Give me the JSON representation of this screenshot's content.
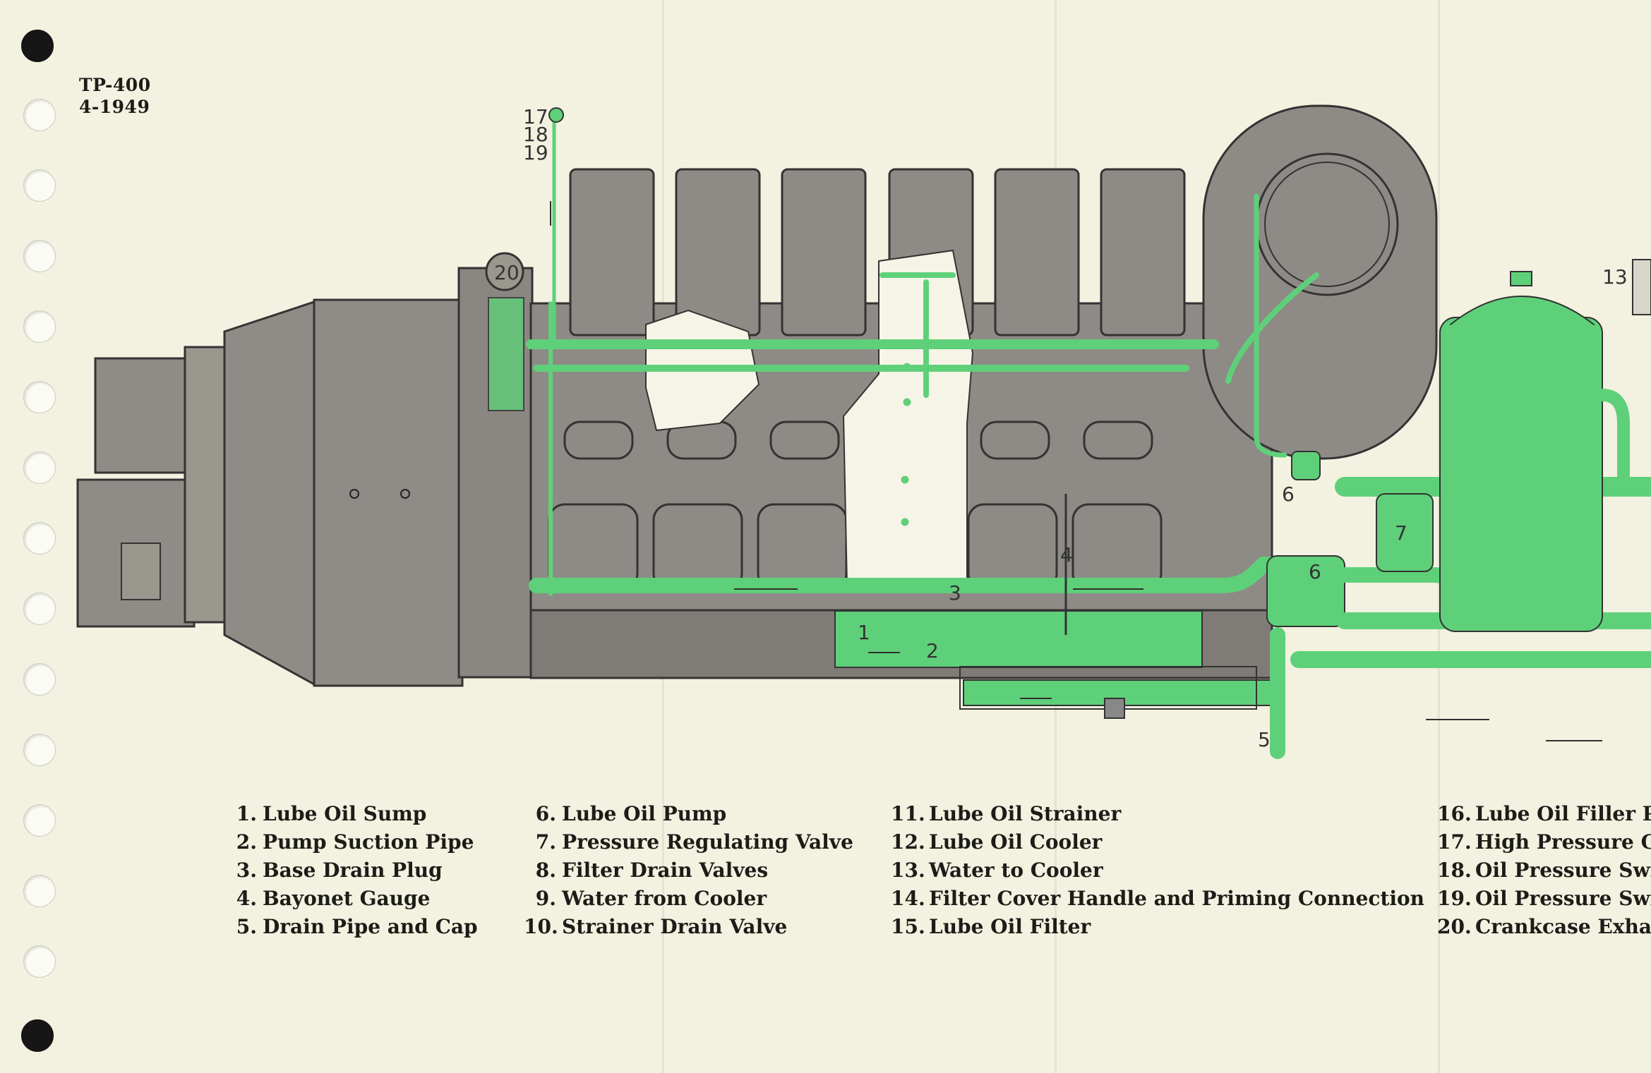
{
  "document": {
    "code": "TP-400",
    "date": "4-1949"
  },
  "callouts": [
    "1",
    "2",
    "3",
    "4",
    "5",
    "6",
    "6",
    "7",
    "13",
    "17",
    "18",
    "19",
    "20"
  ],
  "legend": {
    "column1": [
      {
        "num": "1.",
        "label": "Lube Oil Sump"
      },
      {
        "num": "2.",
        "label": "Pump Suction Pipe"
      },
      {
        "num": "3.",
        "label": "Base Drain Plug"
      },
      {
        "num": "4.",
        "label": "Bayonet Gauge"
      },
      {
        "num": "5.",
        "label": "Drain Pipe and Cap"
      }
    ],
    "column2": [
      {
        "num": "6.",
        "label": "Lube Oil Pump"
      },
      {
        "num": "7.",
        "label": "Pressure Regulating Valve"
      },
      {
        "num": "8.",
        "label": "Filter Drain Valves"
      },
      {
        "num": "9.",
        "label": "Water from Cooler"
      },
      {
        "num": "10.",
        "label": "Strainer Drain Valve"
      }
    ],
    "column3": [
      {
        "num": "11.",
        "label": "Lube Oil Strainer"
      },
      {
        "num": "12.",
        "label": "Lube Oil Cooler"
      },
      {
        "num": "13.",
        "label": "Water to Cooler"
      },
      {
        "num": "14.",
        "label": "Filter Cover Handle and Priming Connection"
      },
      {
        "num": "15.",
        "label": "Lube Oil Filter"
      }
    ],
    "column4": [
      {
        "num": "16.",
        "label": "Lube Oil Filler Pi"
      },
      {
        "num": "17.",
        "label": "High Pressure Ga"
      },
      {
        "num": "18.",
        "label": "Oil Pressure Switc"
      },
      {
        "num": "19.",
        "label": "Oil Pressure Switc"
      },
      {
        "num": "20.",
        "label": "Crankcase Exhaus"
      }
    ]
  },
  "colors": {
    "paper": "#f3f1e0",
    "engine_gray": "#8e8b86",
    "engine_dark": "#6f6c68",
    "oil_green": "#5fd07a",
    "line_dark": "#2f2f2c"
  }
}
